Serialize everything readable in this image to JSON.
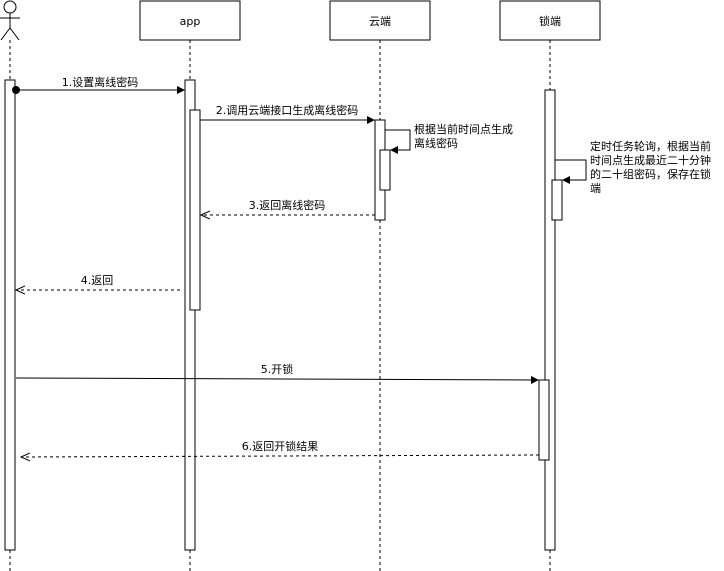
{
  "participants": {
    "actor": {
      "label": ""
    },
    "app": {
      "label": "app"
    },
    "cloud": {
      "label": "云端"
    },
    "lock": {
      "label": "锁端"
    }
  },
  "messages": {
    "m1": "1.设置离线密码",
    "m2": "2.调用云端接口生成离线密码",
    "m3": "3.返回离线密码",
    "m4": "4.返回",
    "m5": "5.开锁",
    "m6": "6.返回开锁结果"
  },
  "self_calls": {
    "cloud_note": [
      "根据当前时间点生成",
      "离线密码"
    ],
    "lock_note": [
      "定时任务轮询，根据当前",
      "时间点生成最近二十分钟",
      "的二十组密码，保存在锁",
      "端"
    ]
  }
}
